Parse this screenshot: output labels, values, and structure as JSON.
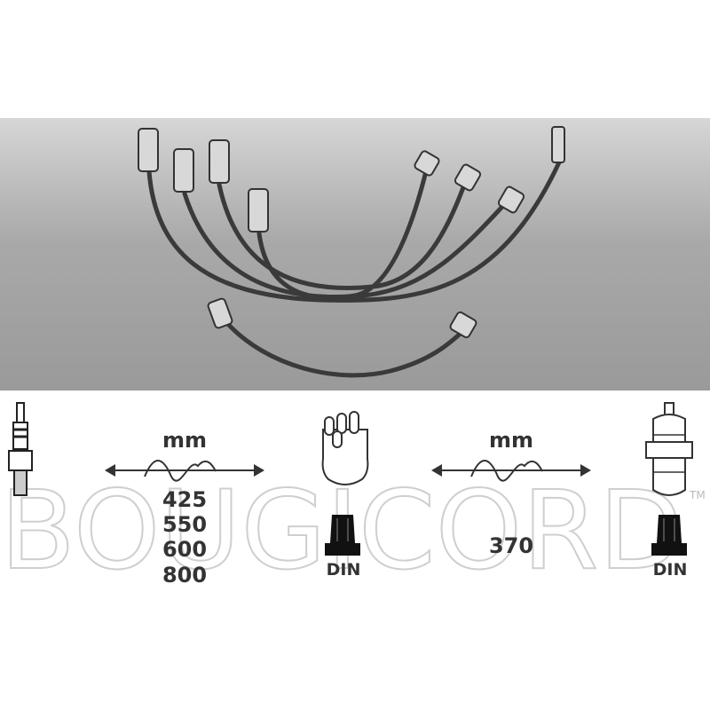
{
  "brand": {
    "watermark": "BOUGICORD",
    "trademark": "TM"
  },
  "left_spec": {
    "unit": "mm",
    "lengths": [
      "425",
      "550",
      "600",
      "800"
    ]
  },
  "distributor": {
    "connector": "DIN"
  },
  "right_spec": {
    "unit": "mm",
    "lengths": [
      "370"
    ]
  },
  "coil": {
    "connector": "DIN"
  },
  "colors": {
    "band_top": "#d6d6d6",
    "band_bottom": "#9a9a9a",
    "cable": "#3a3a3a",
    "text": "#333333"
  }
}
